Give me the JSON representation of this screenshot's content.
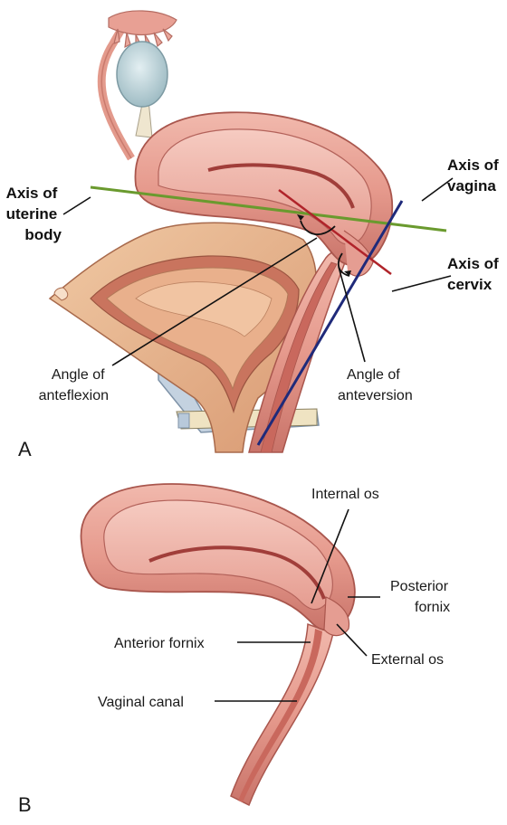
{
  "panel_a": {
    "letter": "A",
    "axis_uterine_body": [
      "Axis of",
      "uterine",
      "body"
    ],
    "axis_vagina": [
      "Axis of",
      "vagina"
    ],
    "axis_cervix": [
      "Axis of",
      "cervix"
    ],
    "angle_anteflexion": [
      "Angle of",
      "anteflexion"
    ],
    "angle_anteversion": [
      "Angle of",
      "anteversion"
    ]
  },
  "panel_b": {
    "letter": "B",
    "internal_os": "Internal os",
    "posterior_fornix": [
      "Posterior",
      "fornix"
    ],
    "anterior_fornix": "Anterior fornix",
    "external_os": "External os",
    "vaginal_canal": "Vaginal canal"
  },
  "colors": {
    "uterine_axis_line": "#6a9a2e",
    "cervix_axis_line": "#b0242a",
    "vagina_axis_line": "#1f2a7a",
    "uterus_tissue": "#e8a296",
    "uterus_highlight": "#f3c3b8",
    "bladder": "#e9b58f",
    "ovary": "#bcd6dc",
    "pubic_bone": "#c9d6e3"
  }
}
